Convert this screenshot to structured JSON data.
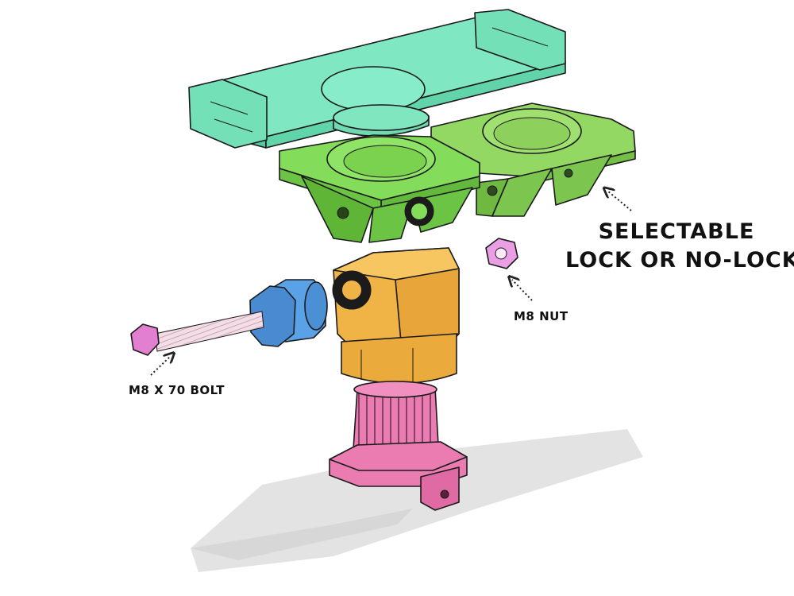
{
  "labels": {
    "selectable_line1": "SELECTABLE",
    "selectable_line2": "LOCK OR NO-LOCK",
    "nut": "M8 NUT",
    "bolt": "M8 X 70 BOLT"
  },
  "colors": {
    "phone_holder": "#6fe3b8",
    "lock_adapter": "#78d64e",
    "nolock_adapter": "#8fd45c",
    "swivel_head": "#f0b446",
    "base": "#ea7cb2",
    "knob": "#4f96e0",
    "bolt_head": "#e37fd0",
    "nut": "#e9a0e4",
    "shadow": "#d9d9d9"
  }
}
